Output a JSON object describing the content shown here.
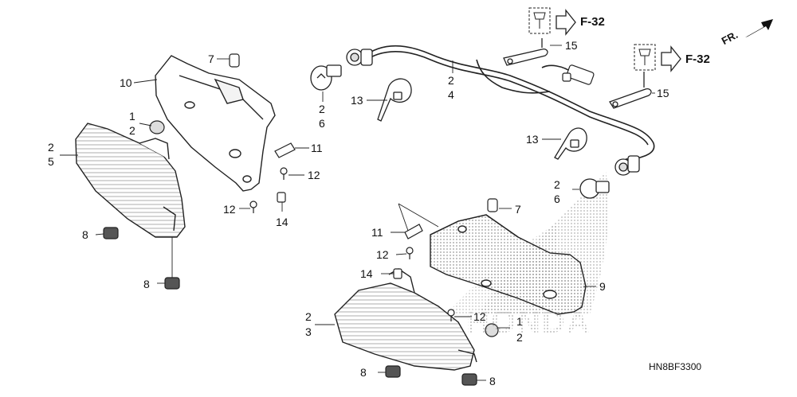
{
  "diagram": {
    "code": "HN8BF3300",
    "front_marker": "FR.",
    "brand_watermark": "HONDA",
    "references": [
      "F-32",
      "F-32"
    ],
    "callouts": {
      "c_10": "10",
      "c_7a": "7",
      "c_1a": "1",
      "c_2a": "2",
      "c_2b": "2",
      "c_5": "5",
      "c_8a": "8",
      "c_8b": "8",
      "c_11a": "11",
      "c_12a": "12",
      "c_12b": "12",
      "c_14a": "14",
      "c_2c": "2",
      "c_6a": "6",
      "c_13a": "13",
      "c_2d": "2",
      "c_4": "4",
      "c_15a": "15",
      "c_15b": "15",
      "c_13b": "13",
      "c_2e": "2",
      "c_6b": "6",
      "c_7b": "7",
      "c_11b": "11",
      "c_12c": "12",
      "c_14b": "14",
      "c_9": "9",
      "c_2f": "2",
      "c_3": "3",
      "c_12d": "12",
      "c_1b": "1",
      "c_2g": "2",
      "c_8c": "8",
      "c_8d": "8"
    }
  }
}
